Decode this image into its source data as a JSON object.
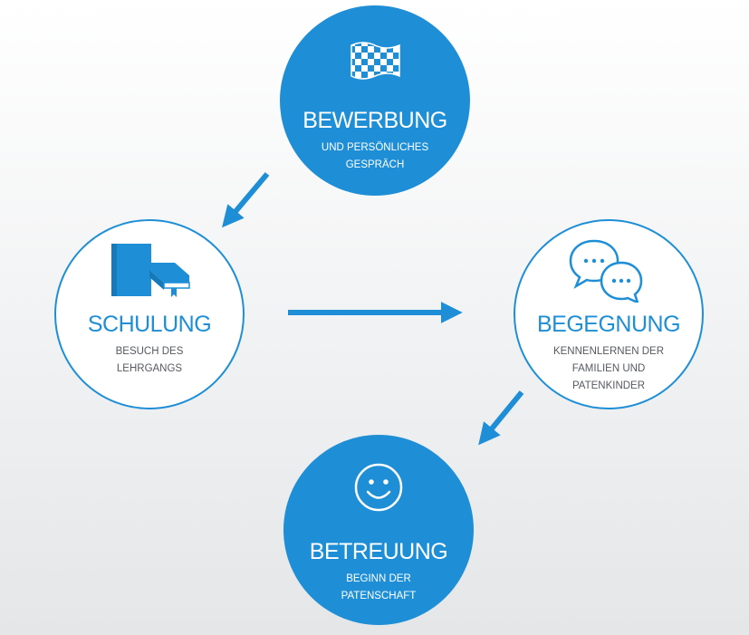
{
  "colors": {
    "accent": "#1e8fd6",
    "background": "#eceef0",
    "node_fill": "#ffffff"
  },
  "nodes": {
    "bewerbung": {
      "title": "BEWERBUNG",
      "lines": [
        "UND PERSÖNLICHES",
        "GESPRÄCH"
      ],
      "icon": "checkered-flag-icon"
    },
    "schulung": {
      "title": "SCHULUNG",
      "lines": [
        "BESUCH DES",
        "LEHRGANGS"
      ],
      "icon": "books-icon"
    },
    "begegnung": {
      "title": "BEGEGNUNG",
      "lines": [
        "KENNENLERNEN DER",
        "FAMILIEN UND",
        "PATENKINDER"
      ],
      "icon": "chat-bubbles-icon"
    },
    "betreuung": {
      "title": "BETREUUNG",
      "lines": [
        "BEGINN DER",
        "PATENSCHAFT"
      ],
      "icon": "smiley-icon"
    }
  },
  "arrows": [
    {
      "from": "bewerbung",
      "to": "schulung"
    },
    {
      "from": "schulung",
      "to": "begegnung"
    },
    {
      "from": "begegnung",
      "to": "betreuung"
    }
  ]
}
